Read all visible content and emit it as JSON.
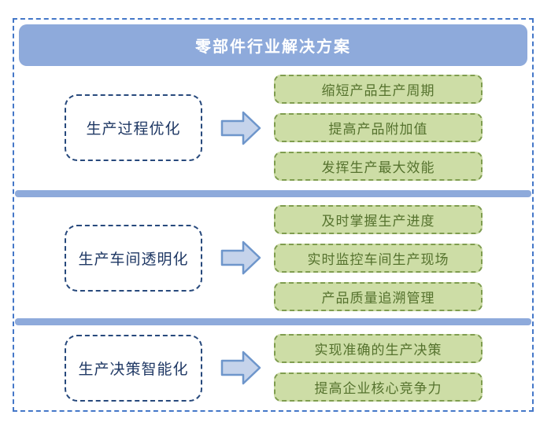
{
  "title": "零部件行业解决方案",
  "colors": {
    "banner_blue": "#8eaadb",
    "outer_border_blue": "#4477c8",
    "category_border_navy": "#27497c",
    "category_text_navy": "#1f3864",
    "item_fill_green": "#cddda6",
    "item_border_green": "#7f9d4f",
    "item_text_green": "#55722e",
    "arrow_fill": "#c5d3eb",
    "arrow_stroke": "#6e96cb"
  },
  "sections": [
    {
      "label": "生产过程优化",
      "items": [
        "缩短产品生产周期",
        "提高产品附加值",
        "发挥生产最大效能"
      ]
    },
    {
      "label": "生产车间透明化",
      "items": [
        "及时掌握生产进度",
        "实时监控车间生产现场",
        "产品质量追溯管理"
      ]
    },
    {
      "label": "生产决策智能化",
      "items": [
        "实现准确的生产决策",
        "提高企业核心竞争力"
      ]
    }
  ]
}
